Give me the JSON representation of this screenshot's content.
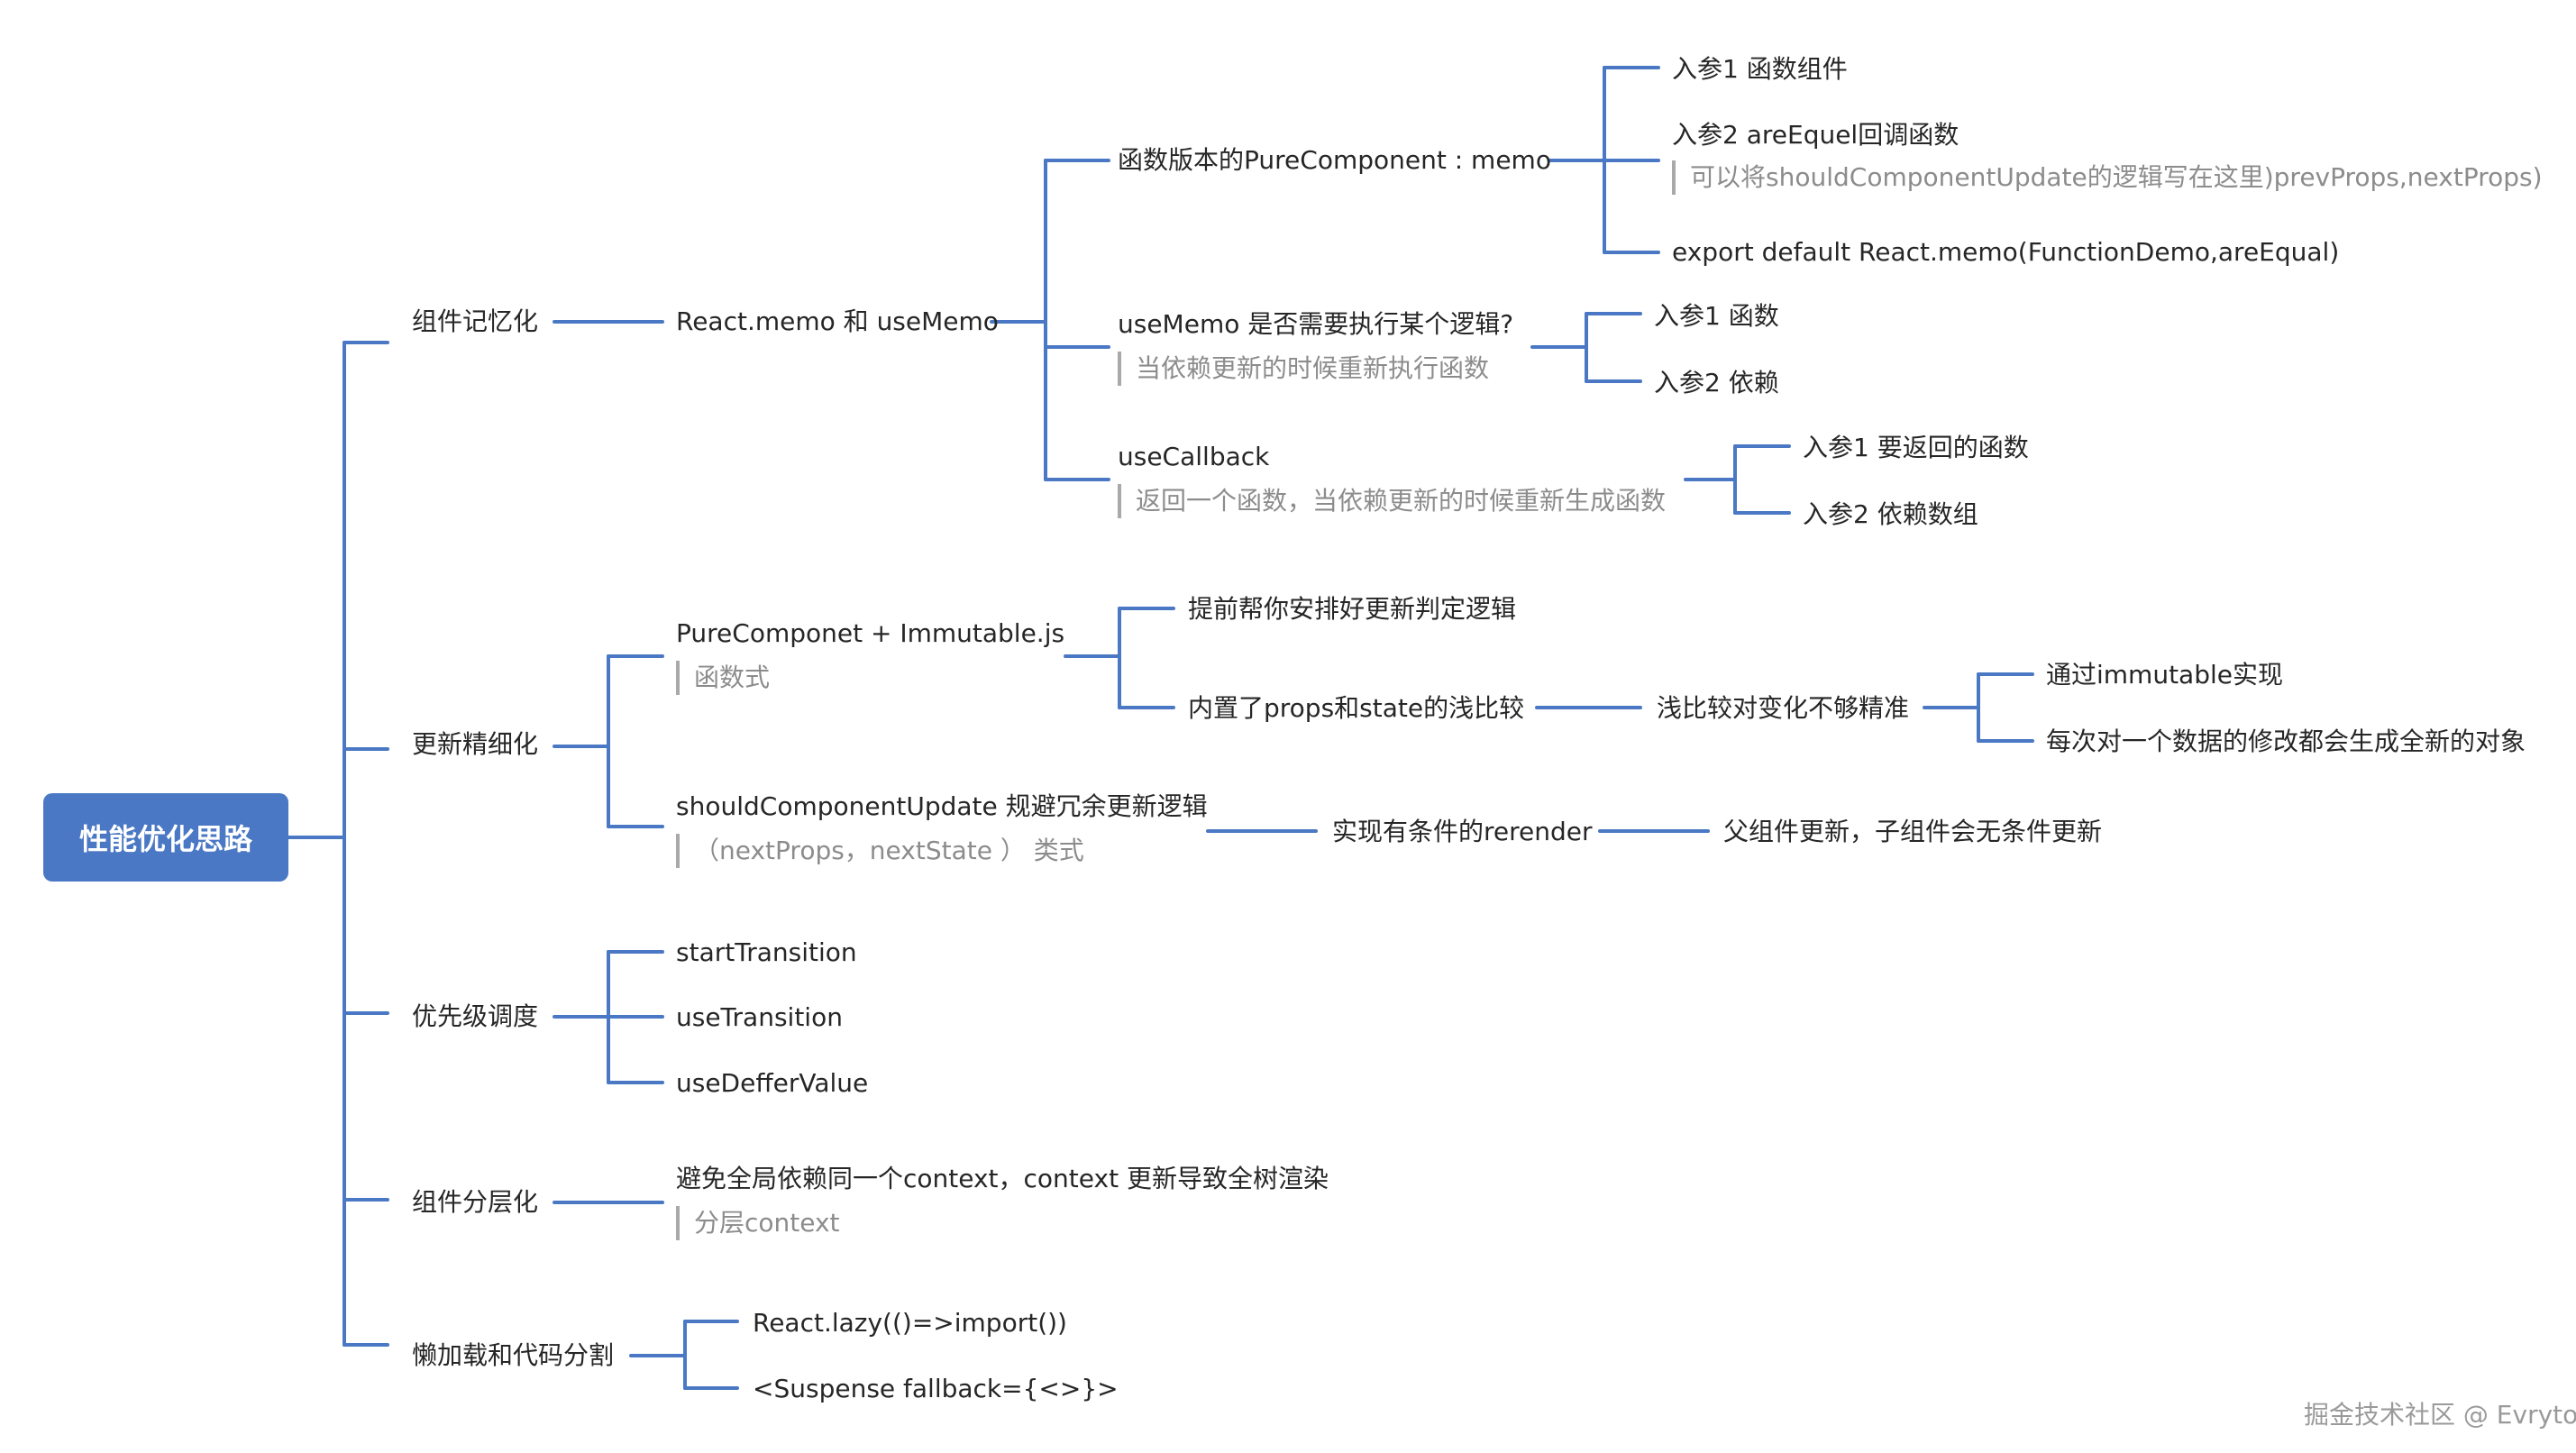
{
  "root": "性能优化思路",
  "watermark": "掘金技术社区 @ Evrytos",
  "branches": {
    "memo": {
      "label": "组件记忆化",
      "child": "React.memo 和 useMemo",
      "pure": {
        "label": "函数版本的PureComponent : memo",
        "arg1": "入参1 函数组件",
        "arg2": "入参2 areEquel回调函数",
        "arg2_note": "可以将shouldComponentUpdate的逻辑写在这里)prevProps,nextProps)",
        "export": "export default React.memo(FunctionDemo,areEqual)"
      },
      "usememo": {
        "label": "useMemo 是否需要执行某个逻辑?",
        "note": "当依赖更新的时候重新执行函数",
        "arg1": "入参1 函数",
        "arg2": "入参2 依赖"
      },
      "usecallback": {
        "label": "useCallback",
        "note": "返回一个函数，当依赖更新的时候重新生成函数",
        "arg1": "入参1 要返回的函数",
        "arg2": "入参2 依赖数组"
      }
    },
    "refine": {
      "label": "更新精细化",
      "purecomponent": {
        "label": "PureComponet   + Immutable.js",
        "note": "函数式",
        "advance": "提前帮你安排好更新判定逻辑",
        "shallow": "内置了props和state的浅比较",
        "inaccurate": "浅比较对变化不够精准",
        "immutable": "通过immutable实现",
        "newobject": "每次对一个数据的修改都会生成全新的对象"
      },
      "scu": {
        "label": "shouldComponentUpdate 规避冗余更新逻辑",
        "note": "（nextProps，nextState ） 类式",
        "rerender": "实现有条件的rerender",
        "parent": "父组件更新，子组件会无条件更新"
      }
    },
    "priority": {
      "label": "优先级调度",
      "items": [
        "startTransition",
        "useTransition",
        "useDefferValue"
      ]
    },
    "layer": {
      "label": "组件分层化",
      "child": "避免全局依赖同一个context，context 更新导致全树渲染",
      "note": "分层context"
    },
    "lazy": {
      "label": "懒加载和代码分割",
      "items": [
        "React.lazy(()=>import())",
        "<Suspense fallback={<>}>"
      ]
    }
  },
  "colors": {
    "link": "#4a78c4",
    "root_bg": "#4a78c4",
    "text": "#262626",
    "note": "#8c8c8c"
  }
}
